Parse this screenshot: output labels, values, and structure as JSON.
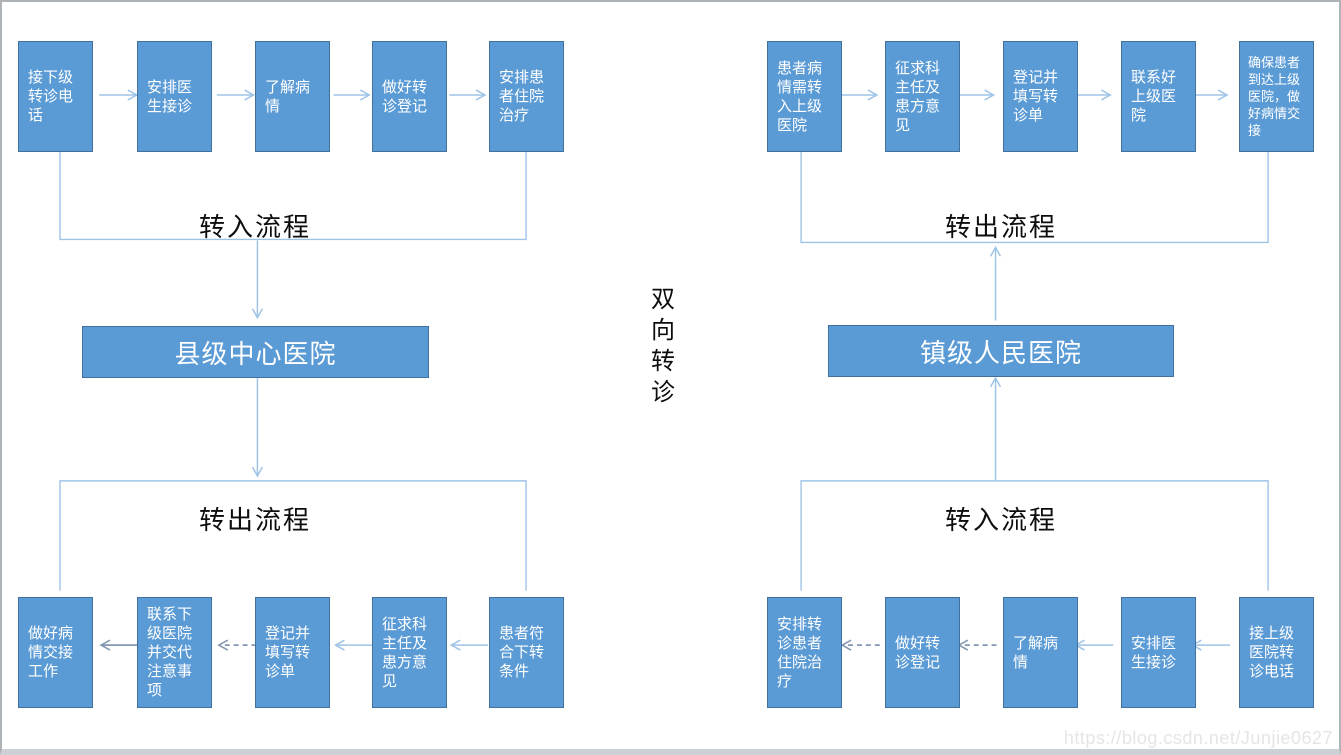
{
  "colors": {
    "box_fill": "#5b9bd5",
    "box_border": "#41719c",
    "box_text": "#ffffff",
    "connector_light": "#9dc3e6",
    "connector_dark": "#8497b0",
    "label_text": "#0d0d0d",
    "watermark_text": "#e5e5e5"
  },
  "center_label": "双向转诊",
  "watermark": "https://blog.csdn.net/Junjie0627",
  "left_group": {
    "hospital": "县级中心医院",
    "incoming_label": "转入流程",
    "outgoing_label": "转出流程",
    "vertical_flow_direction": "down",
    "top_row": {
      "flow_direction": "right",
      "steps": [
        "接下级转诊电话",
        "安排医生接诊",
        "了解病情",
        "做好转诊登记",
        "安排患者住院治疗"
      ],
      "arrow_styles": [
        "solid-light",
        "solid-light",
        "solid-light",
        "solid-light"
      ]
    },
    "bottom_row": {
      "flow_direction": "left",
      "steps": [
        "做好病情交接工作",
        "联系下级医院并交代注意事项",
        "登记并填写转诊单",
        "征求科主任及患方意见",
        "患者符合下转条件"
      ],
      "arrow_styles": [
        "solid-dark",
        "dashed",
        "solid-light",
        "solid-light"
      ]
    }
  },
  "right_group": {
    "hospital": "镇级人民医院",
    "outgoing_label": "转出流程",
    "incoming_label": "转入流程",
    "vertical_flow_direction": "up",
    "top_row": {
      "flow_direction": "right",
      "steps": [
        "患者病情需转入上级医院",
        "征求科主任及患方意见",
        "登记并填写转诊单",
        "联系好上级医院",
        "确保患者到达上级医院，做好病情交接"
      ],
      "arrow_styles": [
        "solid-light",
        "solid-light",
        "solid-light",
        "solid-light"
      ]
    },
    "bottom_row": {
      "flow_direction": "left",
      "steps": [
        "安排转诊患者住院治疗",
        "做好转诊登记",
        "了解病情",
        "安排医生接诊",
        "接上级医院转诊电话"
      ],
      "arrow_styles": [
        "dashed",
        "dashed",
        "solid-light",
        "solid-light"
      ]
    }
  }
}
